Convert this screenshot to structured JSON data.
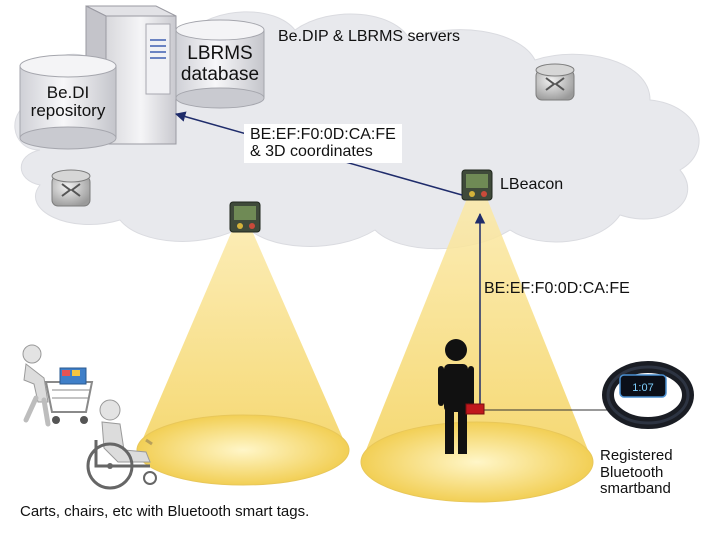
{
  "labels": {
    "servers_title": "Be.DIP & LBRMS servers",
    "repository_line1": "Be.DI",
    "repository_line2": "repository",
    "database_line1": "LBRMS",
    "database_line2": "database",
    "message_line1": "BE:EF:F0:0D:CA:FE",
    "message_line2": "& 3D coordinates",
    "lbeacon": "LBeacon",
    "tag_id": "BE:EF:F0:0D:CA:FE",
    "band_line1": "Registered",
    "band_line2": "Bluetooth",
    "band_line3": "smartband",
    "carts_caption": "Carts, chairs, etc with Bluetooth smart tags."
  },
  "band_display": "1:07",
  "colors": {
    "cloud": "#e9eaee",
    "beam": "#f7e08a",
    "beam_edge": "#e8c75a",
    "arrow": "#1f2c6b",
    "tag": "#c0171d",
    "person": "#111111"
  }
}
